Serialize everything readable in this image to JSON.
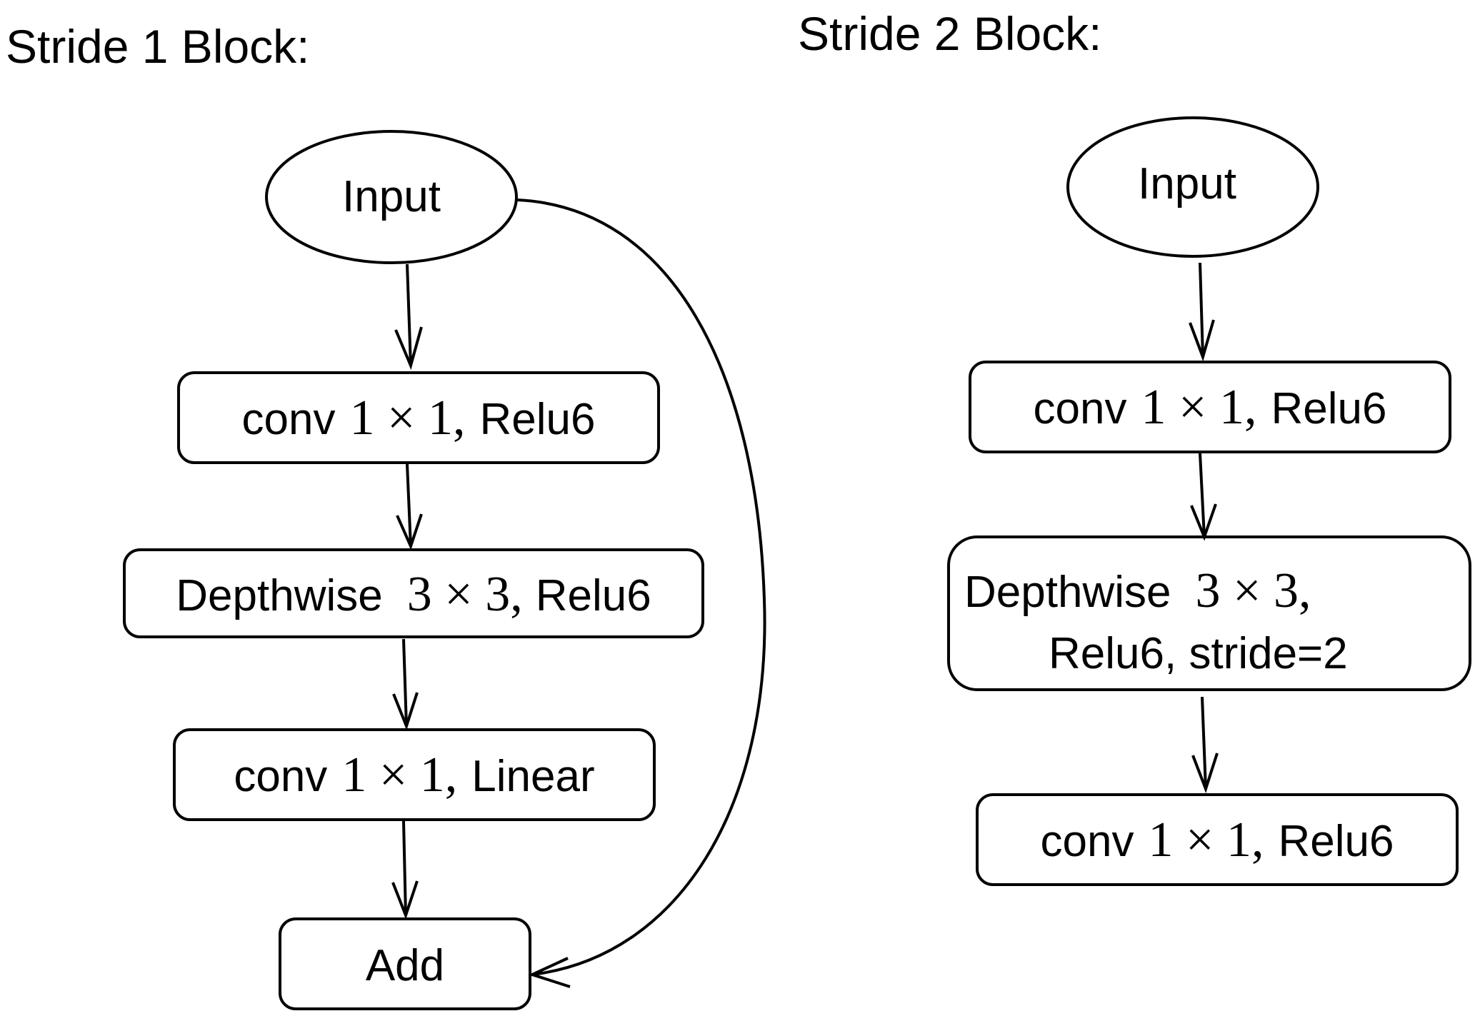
{
  "panels": {
    "stride1": {
      "title": "Stride 1 Block:",
      "input": "Input",
      "conv1": {
        "a": "conv",
        "b": "1 × 1,",
        "c": "Relu6"
      },
      "depthwise": {
        "a": "Depthwise",
        "b": "3 × 3,",
        "c": "Relu6"
      },
      "conv2": {
        "a": "conv",
        "b": "1 × 1,",
        "c": "Linear"
      },
      "add": "Add"
    },
    "stride2": {
      "title": "Stride 2 Block:",
      "input": "Input",
      "conv1": {
        "a": "conv",
        "b": "1 × 1,",
        "c": "Relu6"
      },
      "depthwise": {
        "a": "Depthwise",
        "b": "3 × 3,",
        "line2": "Relu6, stride=2"
      },
      "conv2": {
        "a": "conv",
        "b": "1 × 1,",
        "c": "Relu6"
      }
    }
  }
}
